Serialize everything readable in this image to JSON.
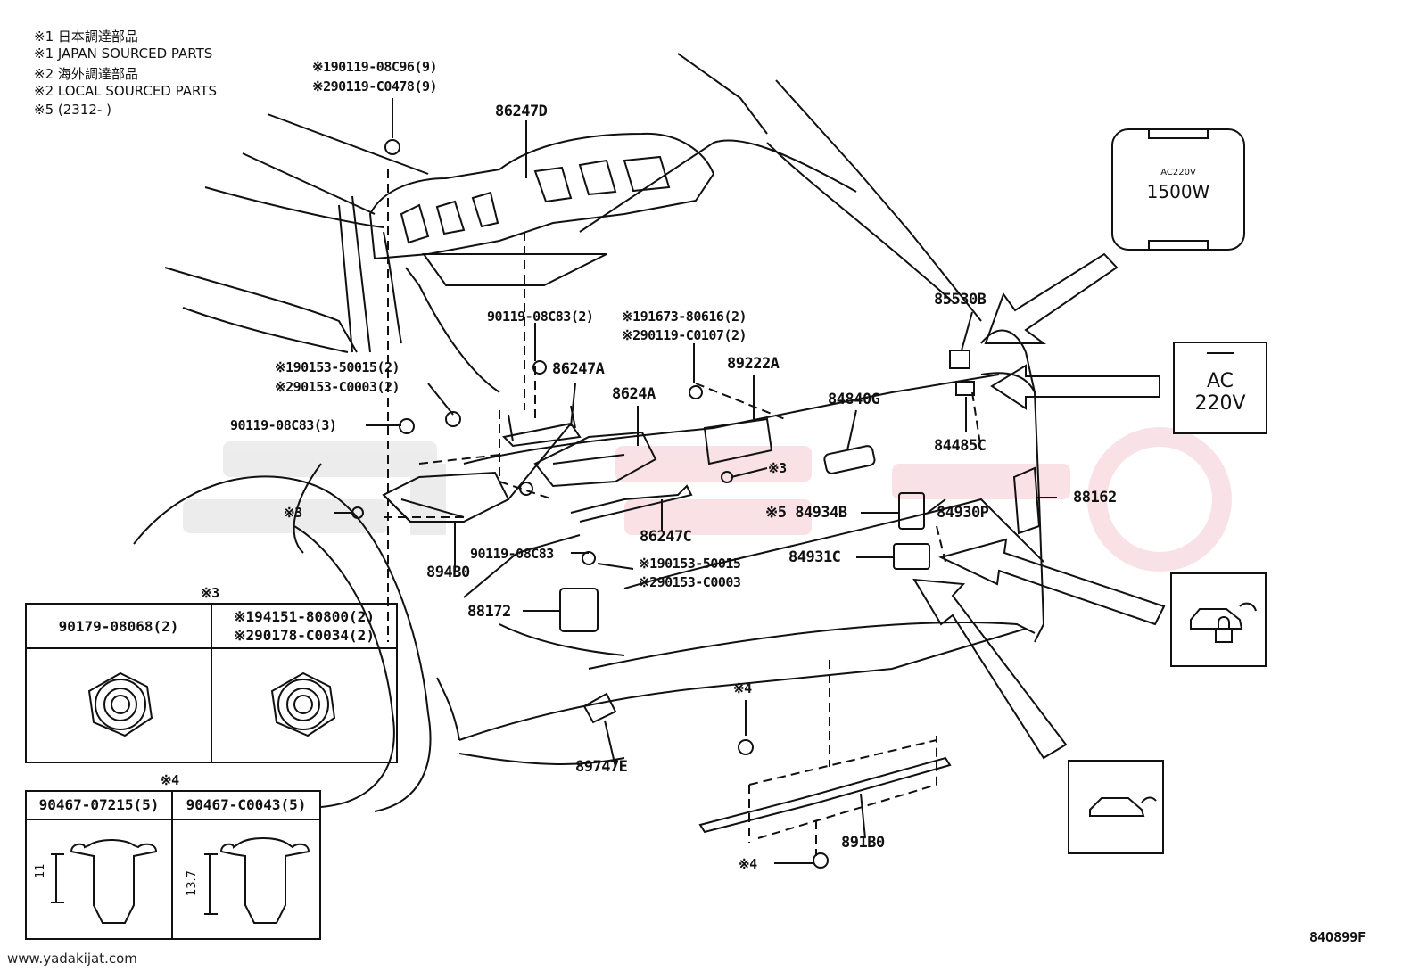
{
  "notes": [
    "※1 日本調達部品",
    "※1 JAPAN SOURCED PARTS",
    "※2 海外調達部品",
    "※2 LOCAL SOURCED PARTS",
    "※5 (2312-        )"
  ],
  "parts": {
    "p_90119_08C96": "※190119-08C96(9)",
    "p_90119_C0478": "※290119-C0478(9)",
    "p_86247D": "86247D",
    "p_90119_08C83_2": "90119-08C83(2)",
    "p_91673_80616": "※191673-80616(2)",
    "p_90119_C0107": "※290119-C0107(2)",
    "p_86247A": "86247A",
    "p_89222A": "89222A",
    "p_8624A": "8624A",
    "p_90153_50015_2": "※190153-50015(2)",
    "p_90153_C0003_2": "※290153-C0003(2)",
    "p_90119_08C83_3": "90119-08C83(3)",
    "p_84840G": "84840G",
    "p_85530B": "85530B",
    "p_84485C": "84485C",
    "p_88162": "88162",
    "p_mark3_a": "※3",
    "p_mark3_b": "※3",
    "p_84934B": "※5 84934B",
    "p_84930P": "84930P",
    "p_86247C": "86247C",
    "p_90119_08C83": "90119-08C83",
    "p_90153_50015": "※190153-50015",
    "p_90153_C0003": "※290153-C0003",
    "p_84931C": "84931C",
    "p_894B0": "894B0",
    "p_88172": "88172",
    "p_mark4_a": "※4",
    "p_89747E": "89747E",
    "p_891B0": "891B0",
    "p_mark4_b": "※4"
  },
  "table3": {
    "mark": "※3",
    "col1": "90179-08068(2)",
    "col2a": "※194151-80800(2)",
    "col2b": "※290178-C0034(2)"
  },
  "table4": {
    "mark": "※4",
    "col1": "90467-07215(5)",
    "col2": "90467-C0043(5)",
    "dim1": "11",
    "dim2": "13.7"
  },
  "icons": {
    "ac_1500": {
      "line1": "AC220V",
      "line2": "1500W"
    },
    "ac_220": {
      "line1": "AC",
      "line2": "220V"
    }
  },
  "footer": {
    "website": "www.yadakijat.com",
    "code": "84O899F"
  }
}
